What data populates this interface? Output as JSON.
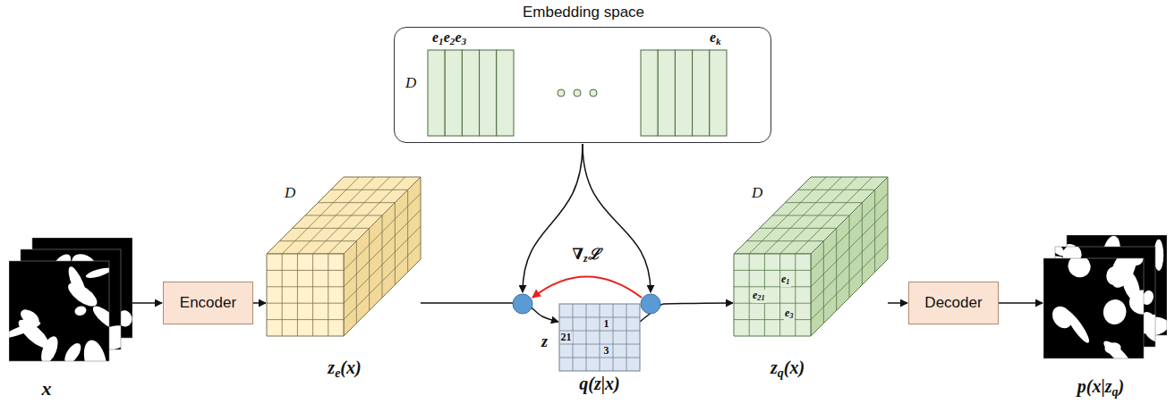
{
  "diagram": {
    "nodes": [
      {
        "text": [
          "Embedding space",
          "e1e2e3",
          "ek",
          "D"
        ]
      },
      {
        "text": [
          "x"
        ]
      },
      {
        "text": [
          "Encoder"
        ]
      },
      {
        "text": [
          "D",
          "ze(x)"
        ]
      },
      {
        "text": [
          "1",
          "21",
          "3",
          "z",
          "q(z|x)"
        ]
      },
      {
        "text": [
          "D",
          "e1",
          "e21",
          "e3",
          "zq(x)"
        ]
      },
      {
        "text": [
          "Decoder"
        ]
      },
      {
        "text": [
          "p(x|zq)"
        ]
      }
    ],
    "edges": [
      {
        "from": 1,
        "to": 2,
        "arrow": "to"
      },
      {
        "from": 2,
        "to": 3,
        "arrow": "to"
      },
      {
        "from": 3,
        "to": 4,
        "arrow": "to"
      },
      {
        "from": 4,
        "to": 5,
        "arrow": "to"
      },
      {
        "from": 5,
        "to": 6,
        "arrow": "to"
      },
      {
        "from": 6,
        "to": 7,
        "arrow": "to"
      }
    ],
    "labels": [
      "∇zℒ"
    ]
  }
}
